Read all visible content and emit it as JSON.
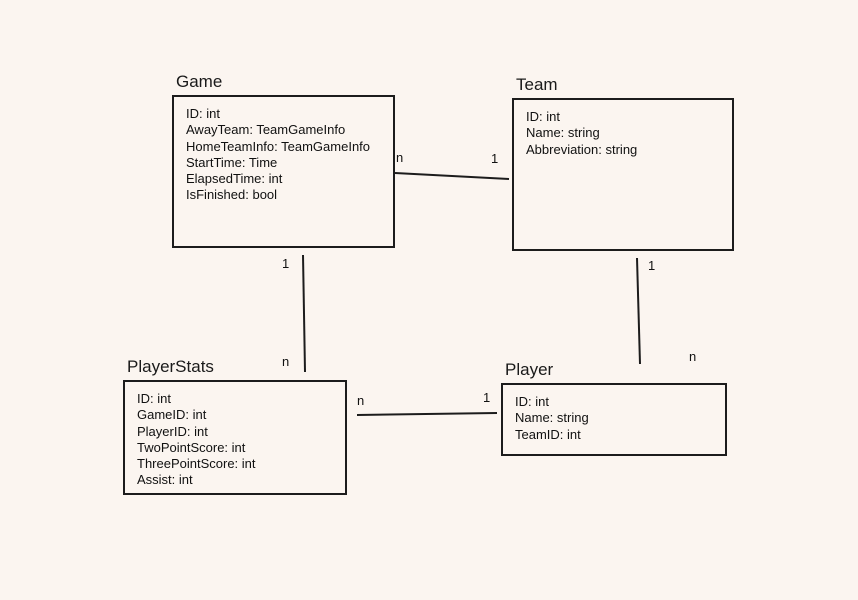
{
  "diagram": {
    "background_color": "#fbf5f0",
    "line_color": "#1c1c1c",
    "entities": [
      {
        "id": "game",
        "title": "Game",
        "fields": [
          "ID: int",
          "AwayTeam: TeamGameInfo",
          "HomeTeamInfo: TeamGameInfo",
          "StartTime: Time",
          "ElapsedTime: int",
          "IsFinished: bool"
        ]
      },
      {
        "id": "team",
        "title": "Team",
        "fields": [
          "ID: int",
          "Name: string",
          "Abbreviation: string"
        ]
      },
      {
        "id": "playerstats",
        "title": "PlayerStats",
        "fields": [
          "ID: int",
          "GameID: int",
          "PlayerID: int",
          "TwoPointScore: int",
          "ThreePointScore: int",
          "Assist: int"
        ]
      },
      {
        "id": "player",
        "title": "Player",
        "fields": [
          "ID: int",
          "Name: string",
          "TeamID: int"
        ]
      }
    ],
    "relationships": [
      {
        "from": "Game",
        "to": "Team",
        "from_label": "n",
        "to_label": "1"
      },
      {
        "from": "Game",
        "to": "PlayerStats",
        "from_label": "1",
        "to_label": "n"
      },
      {
        "from": "Team",
        "to": "Player",
        "from_label": "1",
        "to_label": "n"
      },
      {
        "from": "PlayerStats",
        "to": "Player",
        "from_label": "n",
        "to_label": "1"
      }
    ]
  }
}
